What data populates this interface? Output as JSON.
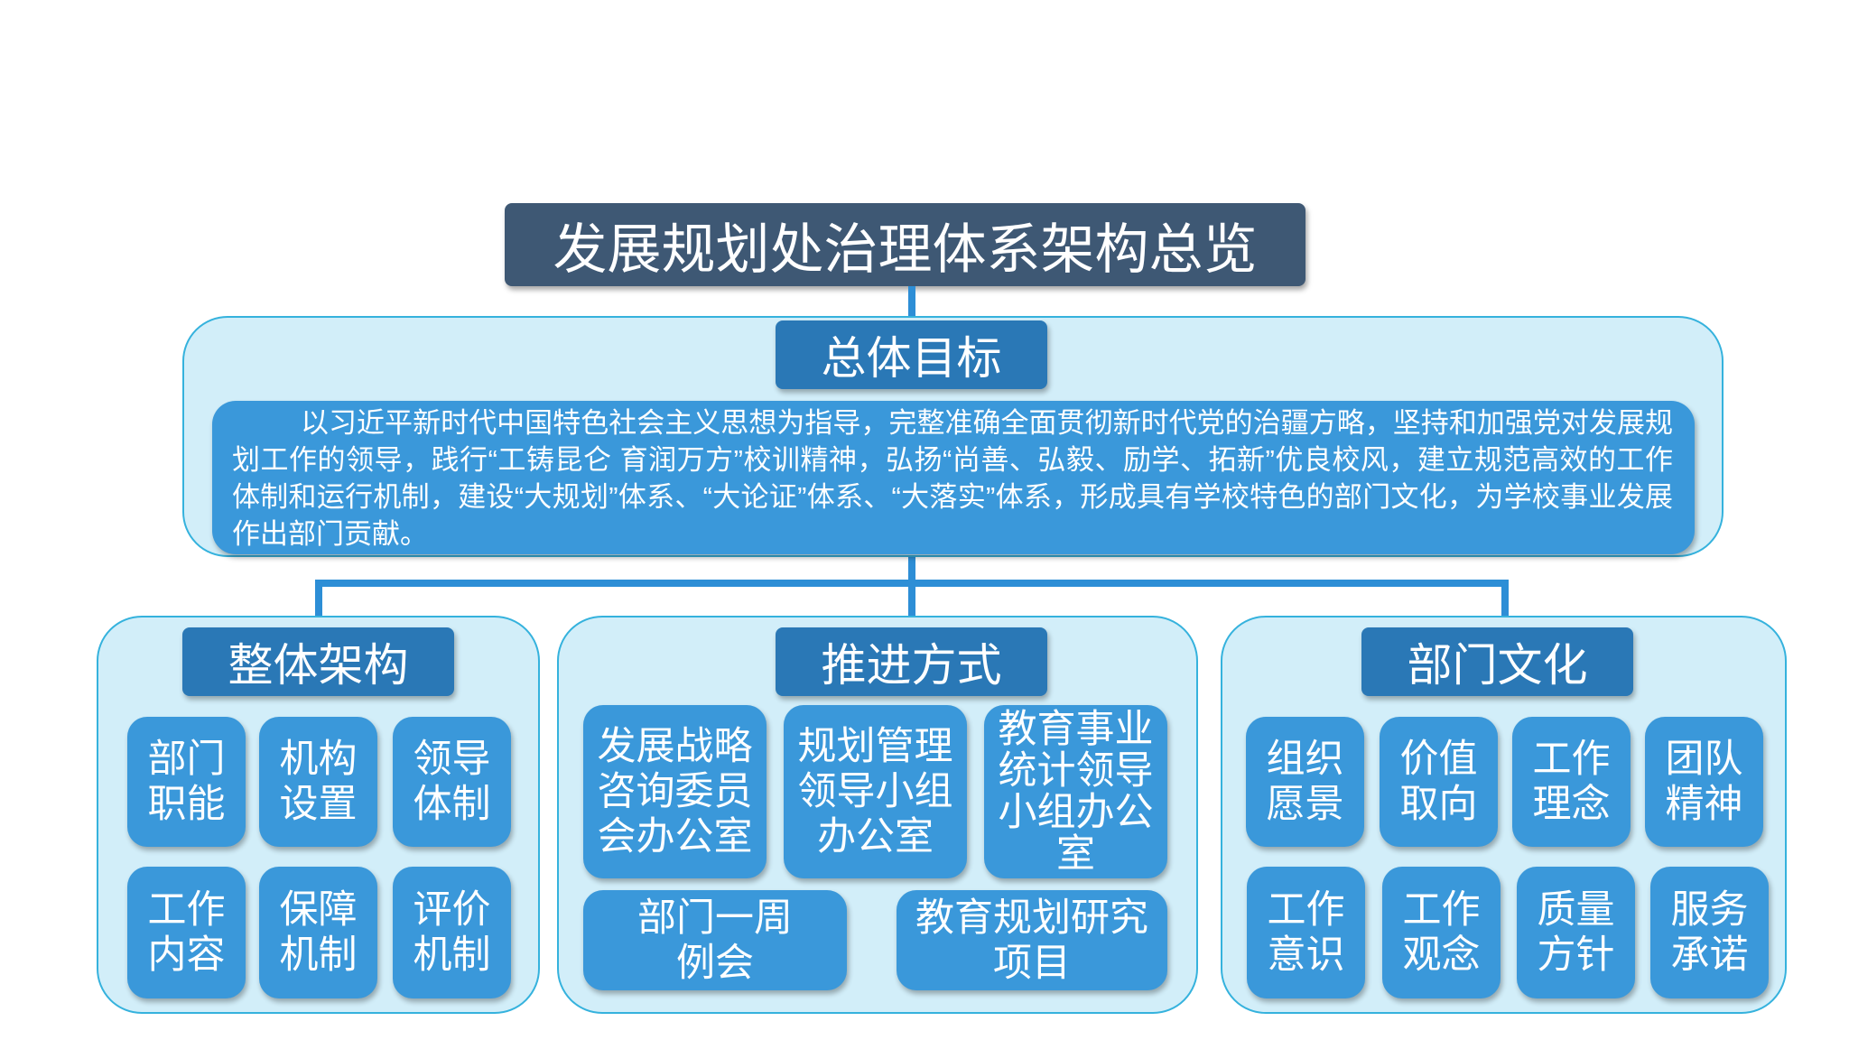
{
  "title": "发展规划处治理体系架构总览",
  "goal": {
    "heading": "总体目标",
    "text": "以习近平新时代中国特色社会主义思想为指导，完整准确全面贯彻新时代党的治疆方略，坚持和加强党对发展规划工作的领导，践行“工铸昆仑 育润万方”校训精神，弘扬“尚善、弘毅、励学、拓新”优良校风，建立规范高效的工作体制和运行机制，建设“大规划”体系、“大论证”体系、“大落实”体系，形成具有学校特色的部门文化，为学校事业发展作出部门贡献。"
  },
  "structure": {
    "heading": "整体架构",
    "items": [
      "部门\n职能",
      "机构\n设置",
      "领导\n体制",
      "工作\n内容",
      "保障\n机制",
      "评价\n机制"
    ]
  },
  "approach": {
    "heading": "推进方式",
    "items": [
      "发展战略\n咨询委员\n会办公室",
      "规划管理\n领导小组\n办公室",
      "教育事业\n统计领导\n小组办公\n室",
      "部门一周\n例会",
      "教育规划研究\n项目"
    ]
  },
  "culture": {
    "heading": "部门文化",
    "items": [
      "组织\n愿景",
      "价值\n取向",
      "工作\n理念",
      "团队\n精神",
      "工作\n意识",
      "工作\n观念",
      "质量\n方针",
      "服务\n承诺"
    ]
  },
  "colors": {
    "title_bg": "#3e5874",
    "heading_bg": "#2a78b6",
    "tile_bg": "#3a98da",
    "panel_bg": "#d2eef9",
    "panel_border": "#35b2dd"
  }
}
